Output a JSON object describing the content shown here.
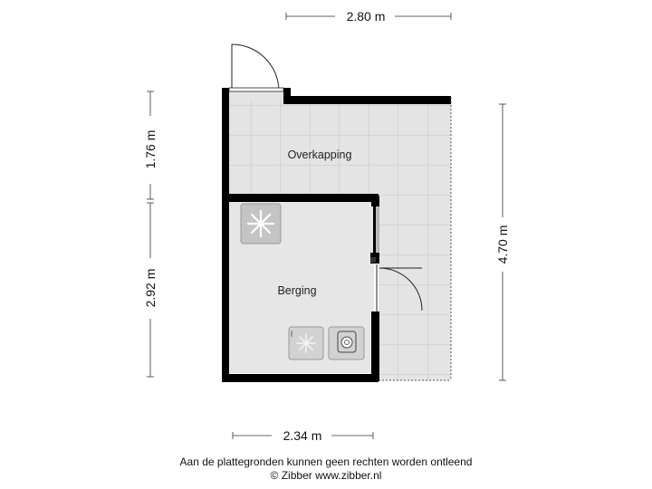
{
  "dimensions": {
    "top_width": "2.80 m",
    "bottom_width": "2.34 m",
    "left_upper_height": "1.76 m",
    "left_lower_height": "2.92 m",
    "right_height": "4.70 m"
  },
  "rooms": {
    "overkapping": "Overkapping",
    "berging": "Berging"
  },
  "fixtures": [
    "heat-pump-unit",
    "dryer-unit",
    "washing-machine-unit"
  ],
  "footer": {
    "disclaimer": "Aan de plattegronden kunnen geen rechten worden ontleend",
    "copyright": "© Zibber www.zibber.nl"
  },
  "colors": {
    "wall": "#000000",
    "floor": "#e4e4e4",
    "tile_line": "#bdbdbd",
    "fixture": "#d0d0d0",
    "dimension_line": "#333333"
  }
}
